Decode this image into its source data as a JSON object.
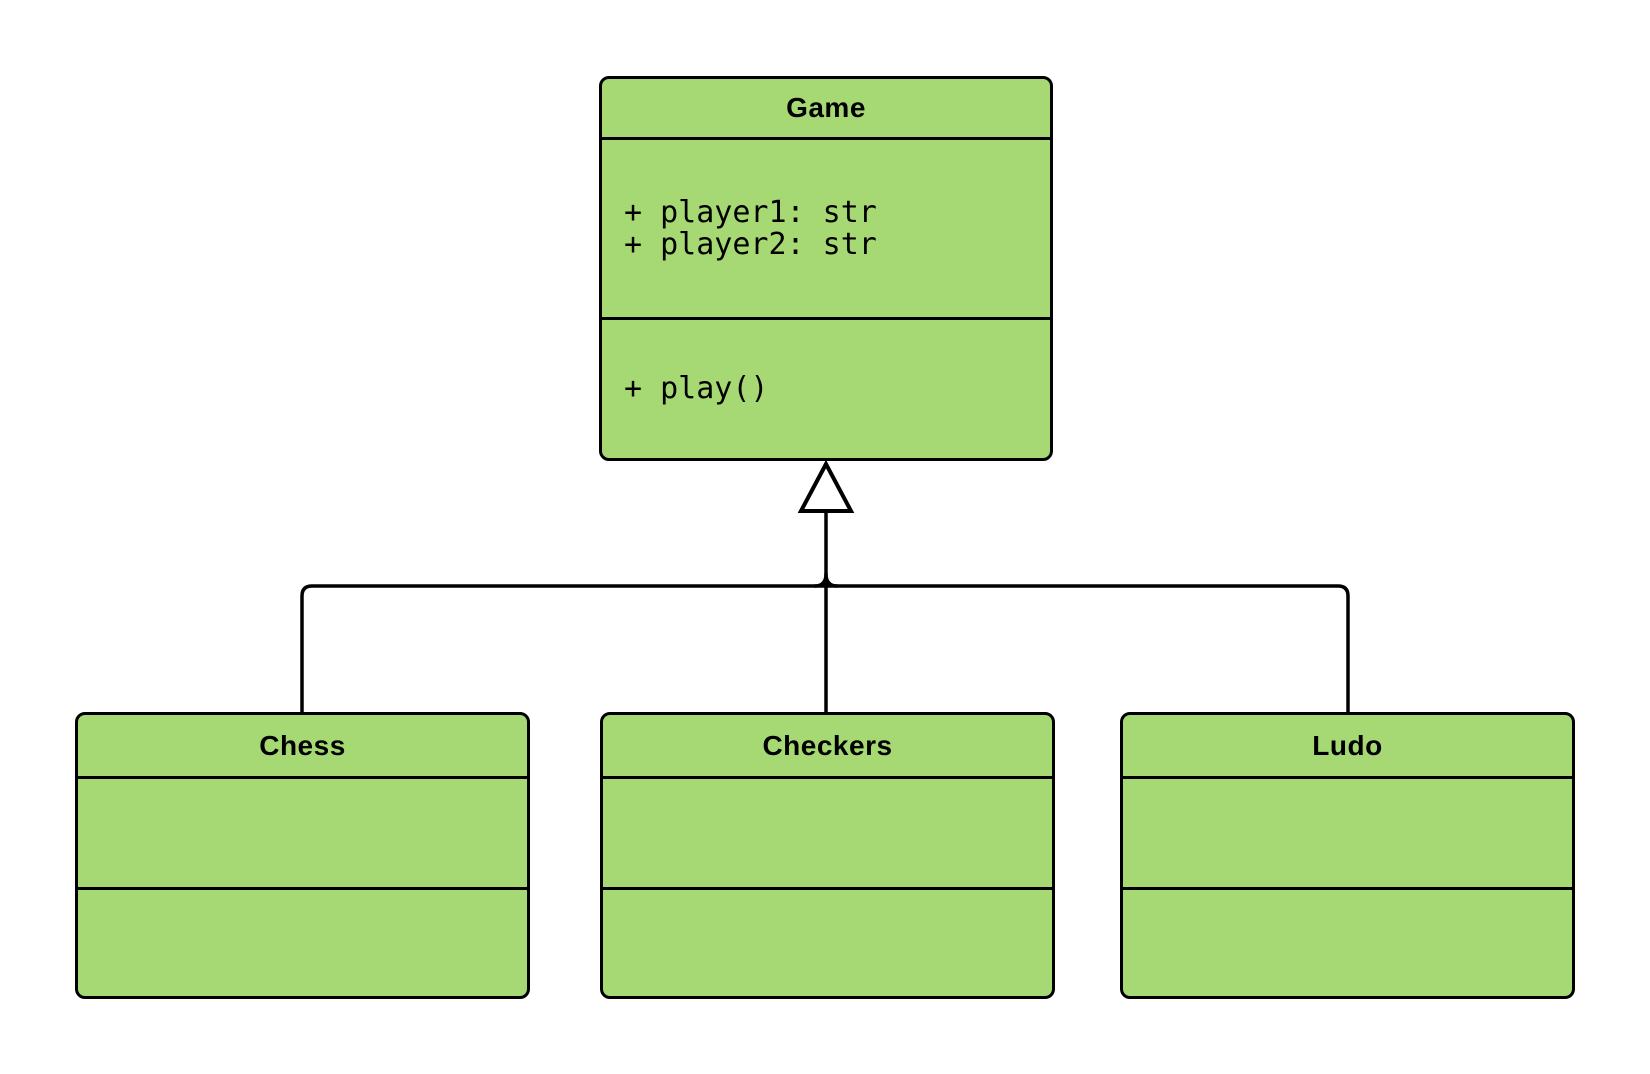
{
  "diagram": {
    "kind": "uml-class-diagram",
    "background_color": "#ffffff",
    "node_fill_color": "#a6d873",
    "node_border_color": "#000000",
    "connector_color": "#000000"
  },
  "classes": {
    "game": {
      "title": "Game",
      "attributes": [
        "+ player1: str",
        "+ player2: str"
      ],
      "methods": [
        "+ play()"
      ]
    },
    "chess": {
      "title": "Chess",
      "attributes": [],
      "methods": []
    },
    "checkers": {
      "title": "Checkers",
      "attributes": [],
      "methods": []
    },
    "ludo": {
      "title": "Ludo",
      "attributes": [],
      "methods": []
    }
  },
  "relations": [
    {
      "from": "Chess",
      "to": "Game",
      "type": "inheritance"
    },
    {
      "from": "Checkers",
      "to": "Game",
      "type": "inheritance"
    },
    {
      "from": "Ludo",
      "to": "Game",
      "type": "inheritance"
    }
  ]
}
